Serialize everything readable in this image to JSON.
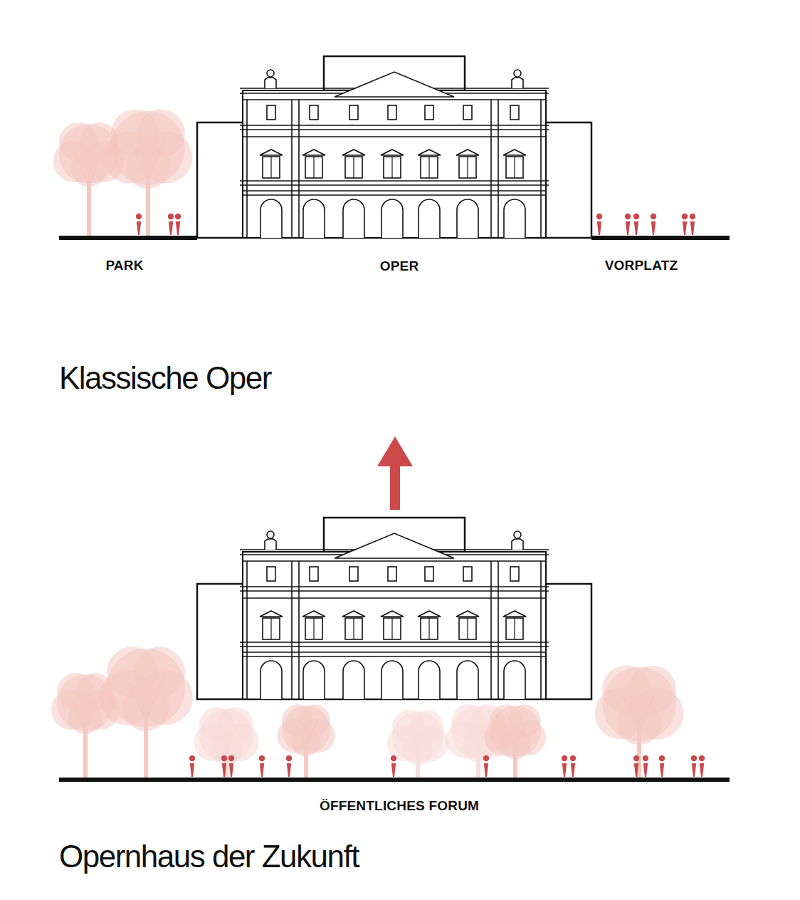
{
  "diagram": {
    "labels": [
      "PARK",
      "OPER",
      "VORPLATZ",
      "Klassische Oper",
      "ÖFFENTLICHES FORUM",
      "Opernhaus der Zukunft"
    ]
  }
}
